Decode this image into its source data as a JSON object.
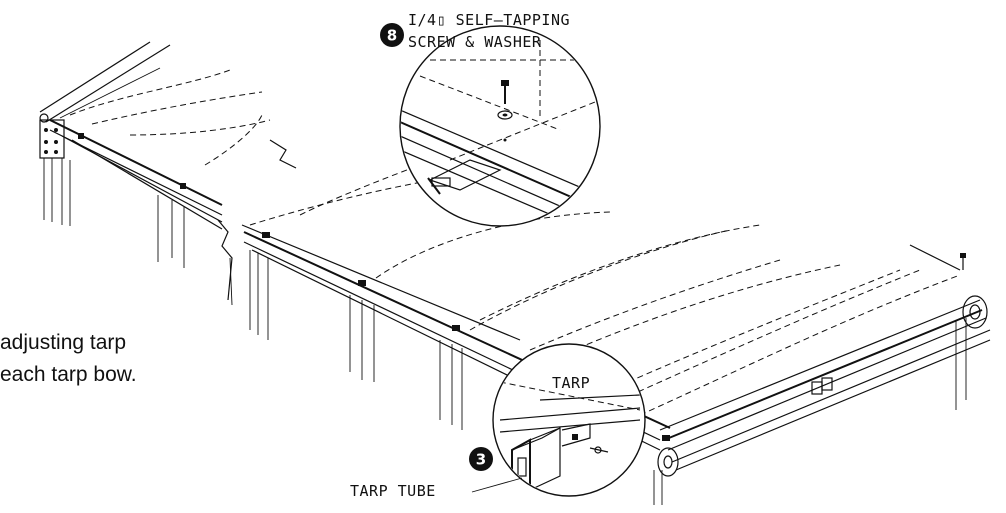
{
  "callouts": {
    "screw": {
      "number": "8",
      "line1": "I/4▯ SELF–TAPPING",
      "line2": "SCREW & WASHER"
    },
    "tarp": {
      "label": "TARP"
    },
    "tube": {
      "number": "3",
      "label": "TARP TUBE"
    }
  },
  "instructions": {
    "line1": "adjusting tarp",
    "line2": "each tarp bow."
  }
}
